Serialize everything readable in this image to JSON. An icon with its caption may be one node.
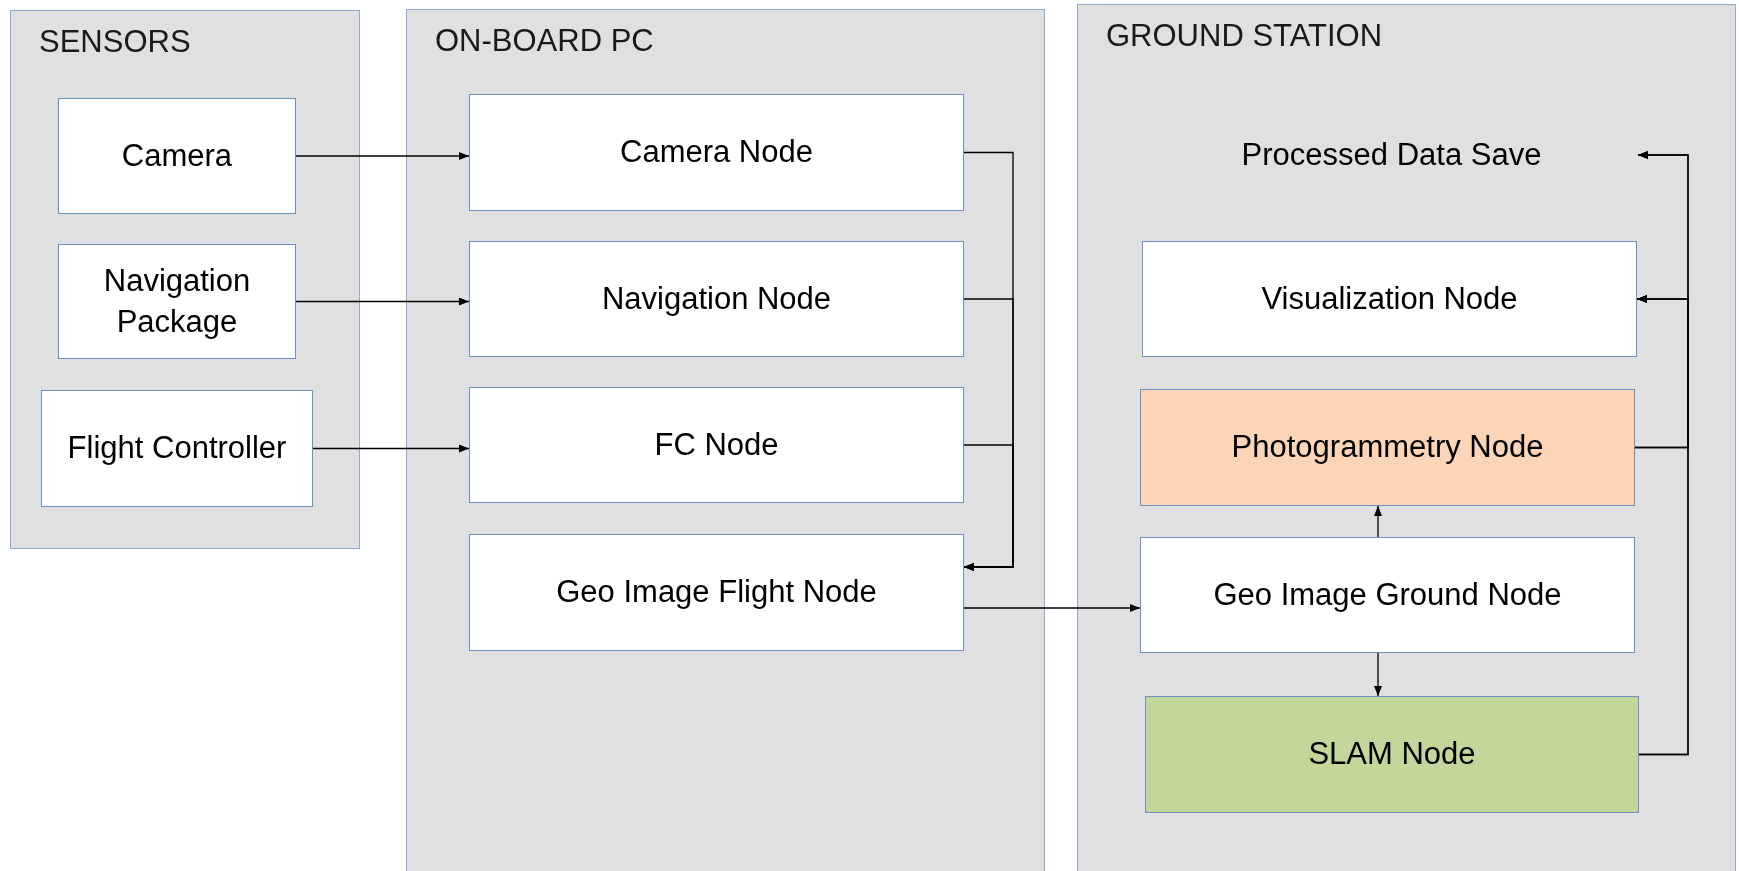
{
  "diagram": {
    "nodes": [
      {
        "text": [
          "SENSORS"
        ]
      },
      {
        "text": [
          "Camera"
        ],
        "in": 0
      },
      {
        "text": [
          "Navigation Package"
        ],
        "in": 0
      },
      {
        "text": [
          "Flight Controller"
        ],
        "in": 0
      },
      {
        "text": [
          "ON-BOARD PC"
        ]
      },
      {
        "text": [
          "Camera Node"
        ],
        "in": 4
      },
      {
        "text": [
          "Navigation Node"
        ],
        "in": 4
      },
      {
        "text": [
          "FC Node"
        ],
        "in": 4
      },
      {
        "text": [
          "Geo Image Flight Node"
        ],
        "in": 4
      },
      {
        "text": [
          "GROUND STATION"
        ]
      },
      {
        "text": [
          "Processed Data Save"
        ],
        "in": 9
      },
      {
        "text": [
          "Visualization Node"
        ],
        "in": 9
      },
      {
        "text": [
          "Photogrammetry Node"
        ],
        "in": 9
      },
      {
        "text": [
          "Geo Image Ground Node"
        ],
        "in": 9
      },
      {
        "text": [
          "SLAM Node"
        ],
        "in": 9
      }
    ],
    "edges": [
      {
        "from": 1,
        "to": 5,
        "arrow": "to"
      },
      {
        "from": 2,
        "to": 6,
        "arrow": "to"
      },
      {
        "from": 3,
        "to": 7,
        "arrow": "to"
      },
      {
        "from": 5,
        "to": 8,
        "arrow": "to"
      },
      {
        "from": 6,
        "to": 8,
        "arrow": "to"
      },
      {
        "from": 7,
        "to": 8,
        "arrow": "to"
      },
      {
        "from": 8,
        "to": 13,
        "arrow": "to"
      },
      {
        "from": 13,
        "to": 12,
        "arrow": "to"
      },
      {
        "from": 13,
        "to": 14,
        "arrow": "to"
      },
      {
        "from": 14,
        "to": 11,
        "arrow": "to"
      },
      {
        "from": 14,
        "to": 10,
        "arrow": "to"
      },
      {
        "from": 12,
        "to": 11,
        "arrow": "to"
      },
      {
        "from": 12,
        "to": 10,
        "arrow": "to"
      }
    ]
  }
}
